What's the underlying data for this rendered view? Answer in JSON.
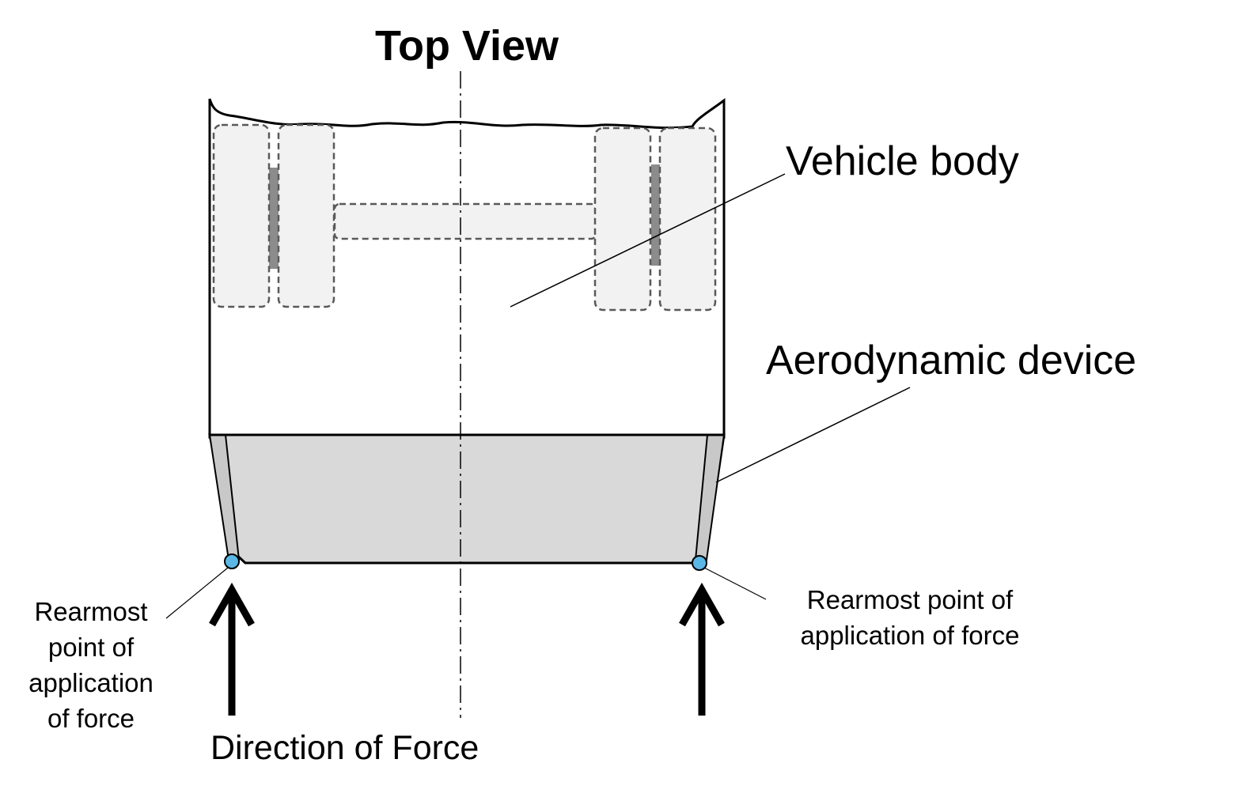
{
  "title": "Top View",
  "labels": {
    "vehicle_body": "Vehicle body",
    "aerodynamic_device": "Aerodynamic device",
    "direction_of_force": "Direction of Force",
    "left_point": [
      "Rearmost",
      "point of",
      "application",
      "of force"
    ],
    "right_point": [
      "Rearmost point of",
      "application of force"
    ]
  },
  "colors": {
    "line": "#000000",
    "device_fill": "#d9d9d9",
    "side_panel_fill": "#c8c8c8",
    "wheel_fill": "#f2f2f2",
    "wheel_border": "#595959",
    "brake_fill": "#8c8c8c",
    "force_point": "#5bb8e6"
  },
  "icons": {
    "force_point": "circle-marker",
    "force_arrow": "up-arrow-icon"
  }
}
